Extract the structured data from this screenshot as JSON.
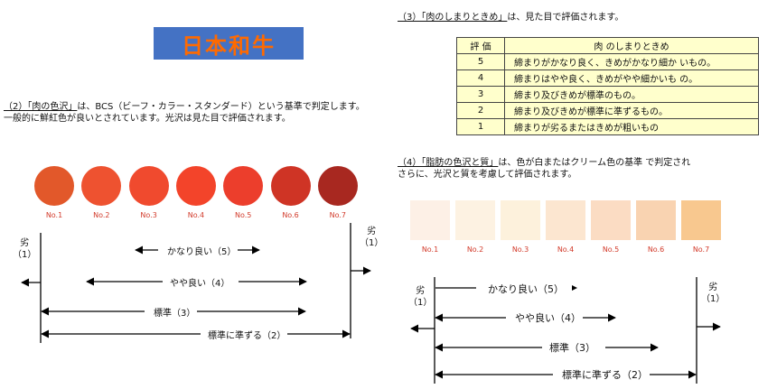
{
  "title": "日本和牛",
  "color_section": {
    "line1_head": "（2）「肉の色沢」",
    "line1_rest": "は、BCS（ビーフ・カラー・スタンダード）という基準で判定します。",
    "line2": "一般的に鮮紅色が良いとされています。光沢は見た目で評価されます。",
    "samples": [
      {
        "label": "No.1",
        "color": "#e2582a"
      },
      {
        "label": "No.2",
        "color": "#ee5230"
      },
      {
        "label": "No.3",
        "color": "#f04a2e"
      },
      {
        "label": "No.4",
        "color": "#f3442a"
      },
      {
        "label": "No.5",
        "color": "#ec3e2c"
      },
      {
        "label": "No.6",
        "color": "#cf3425"
      },
      {
        "label": "No.7",
        "color": "#a82820"
      }
    ],
    "left_side": "劣\n（1）",
    "right_side": "劣\n（1）",
    "arrows": [
      "かなり良い（5）",
      "やや良い（4）",
      "標準（3）",
      "標準に準ずる（2）"
    ]
  },
  "firmness_section": {
    "heading_head": "（3）「肉のしまりときめ」",
    "heading_rest": "は、見た目で評価されます。",
    "table": {
      "headers": [
        "評 価",
        "肉 のしまりときめ"
      ],
      "rows": [
        [
          "5",
          "締まりがかなり良く、きめがかなり細か いもの。"
        ],
        [
          "4",
          "締まりはやや良く、きめがやや細かいも の。"
        ],
        [
          "3",
          "締まり及びきめが標準のもの。"
        ],
        [
          "2",
          "締まり及びきめが標準に準ずるもの。"
        ],
        [
          "1",
          "締まりが劣るまたはきめが粗いもの"
        ]
      ]
    }
  },
  "fat_section": {
    "line1_head": "（4）「脂肪の色沢と質」",
    "line1_rest": "は、色が白またはクリーム色の基準 で判定され",
    "line2": "さらに、光沢と質を考慮して評価されます。",
    "samples": [
      {
        "label": "No.1",
        "color": "#fdf0e6"
      },
      {
        "label": "No.2",
        "color": "#fdf2e2"
      },
      {
        "label": "No.3",
        "color": "#fdf1dc"
      },
      {
        "label": "No.4",
        "color": "#fce6d0"
      },
      {
        "label": "No.5",
        "color": "#fbdcc3"
      },
      {
        "label": "No.6",
        "color": "#f9d3b1"
      },
      {
        "label": "No.7",
        "color": "#f8c88f"
      }
    ],
    "left_side": "劣\n（1）",
    "right_side": "劣\n（1）",
    "arrows": [
      "かなり良い（5）",
      "やや良い（4）",
      "標準（3）",
      "標準に準ずる（2）"
    ]
  }
}
